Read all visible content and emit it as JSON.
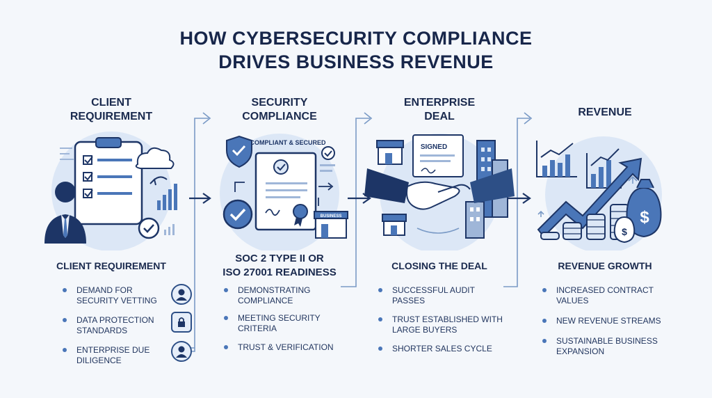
{
  "title": {
    "line1": "HOW CYBERSECURITY COMPLIANCE",
    "line2": "DRIVES BUSINESS REVENUE"
  },
  "columns": [
    {
      "head": [
        "CLIENT",
        "REQUIREMENT"
      ],
      "label": "CLIENT REQUIREMENT",
      "bullets": [
        "DEMAND FOR SECURITY VETTING",
        "DATA PROTECTION STANDARDS",
        "ENTERPRISE DUE DILIGENCE"
      ],
      "icons": [
        "user-icon",
        "lock-shield-icon",
        "user-icon"
      ]
    },
    {
      "head": [
        "SECURITY",
        "COMPLIANCE"
      ],
      "label_lines": [
        "SOC 2 TYPE II or",
        "ISO 27001 READINESS"
      ],
      "badge": "COMPLIANT & SECURED",
      "store_sign": "BUSINESS",
      "bullets": [
        "DEMONSTRATING COMPLIANCE",
        "MEETING SECURITY CRITERIA",
        "TRUST & VERIFICATION"
      ]
    },
    {
      "head": [
        "ENTERPRISE",
        "DEAL"
      ],
      "label": "CLOSING THE DEAL",
      "doc_text": "SIGNED",
      "bullets": [
        "SUCCESSFUL AUDIT PASSES",
        "TRUST ESTABLISHED WITH LARGE BUYERS",
        "SHORTER SALES CYCLE"
      ]
    },
    {
      "head": [
        "REVENUE"
      ],
      "label": "REVENUE GROWTH",
      "bullets": [
        "INCREASED CONTRACT VALUES",
        "NEW REVENUE STREAMS",
        "SUSTAINABLE BUSINESS EXPANSION"
      ]
    }
  ],
  "colors": {
    "navy": "#1d3566",
    "blue": "#4a76b8",
    "light": "#dce7f6",
    "bg": "#f4f7fb"
  }
}
